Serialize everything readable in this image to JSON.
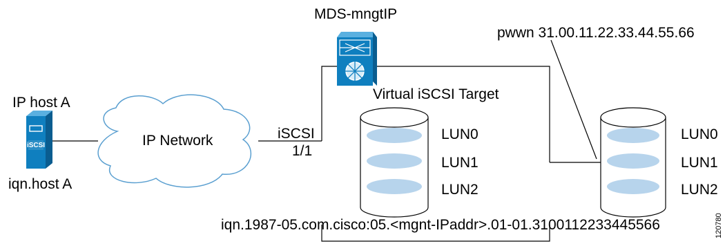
{
  "switch": {
    "label": "MDS-mngtIP"
  },
  "host": {
    "label": "IP host A",
    "iqn": "iqn.host A",
    "badge": "iSCSI"
  },
  "network": {
    "label": "IP Network"
  },
  "port": {
    "protocol": "iSCSI",
    "number": "1/1"
  },
  "virtual_target": {
    "label": "Virtual iSCSI Target",
    "luns": [
      "LUN0",
      "LUN1",
      "LUN2"
    ],
    "iqn": "iqn.1987-05.com.cisco:05.<mgnt-IPaddr>.01-01.3100112233445566"
  },
  "physical_target": {
    "pwwn": "pwwn 31.00.11.22.33.44.55.66",
    "luns": [
      "LUN0",
      "LUN1",
      "LUN2"
    ]
  },
  "figure_id": "120780",
  "colors": {
    "device_blue": "#0f7fbf",
    "disk_fill": "#dcebf6",
    "lun_fill": "#b7d4ec"
  }
}
